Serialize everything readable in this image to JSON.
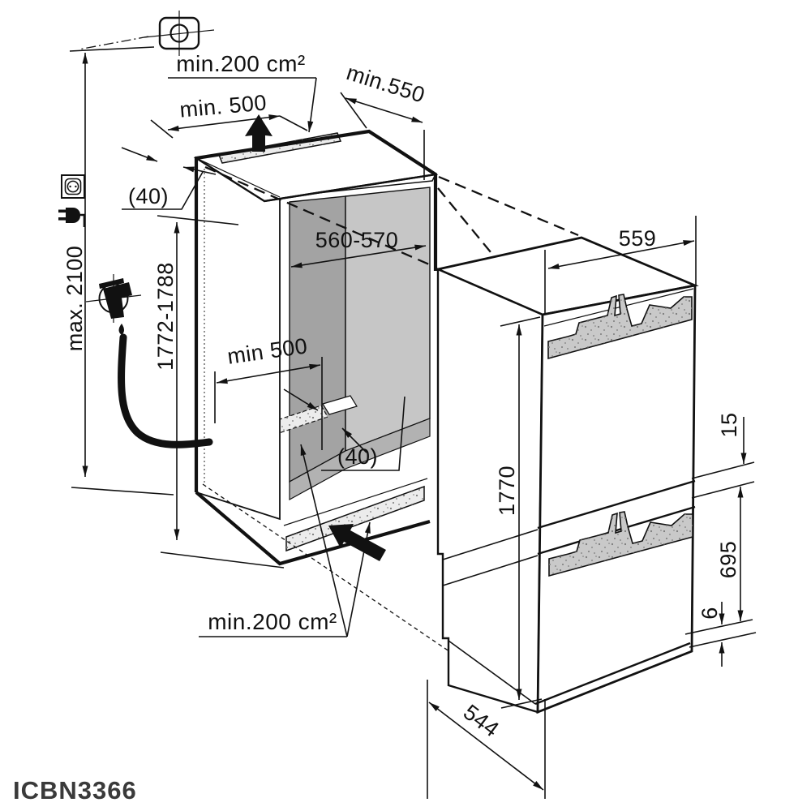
{
  "model": "ICBN3366",
  "dims": {
    "vent_top": "min.200 cm²",
    "vent_bottom": "min.200 cm²",
    "top_depth": "min. 500",
    "niche_depth": "min.550",
    "niche_width": "560-570",
    "niche_height": "1772-1788",
    "supply_height": "max. 2100",
    "floor_depth": "min 500",
    "gap_top": "(40)",
    "gap_bottom": "(40)",
    "appliance_width": "559",
    "appliance_height": "1770",
    "door_gap": "15",
    "lower_door_height": "695",
    "bottom_gap": "6",
    "appliance_depth": "544"
  },
  "icons": {
    "socket": "power-socket",
    "plug": "power-plug",
    "tap": "water-tap",
    "fixing": "fixing-point",
    "airflow_up": "airflow-arrow-up",
    "airflow_in": "airflow-arrow-in"
  },
  "colors": {
    "line": "#111111",
    "wall_dark": "#a3a3a3",
    "wall_light": "#c6c6c6",
    "floor": "#b2b2b2",
    "vent": "#ececec",
    "grille": "#c9c9c9"
  }
}
